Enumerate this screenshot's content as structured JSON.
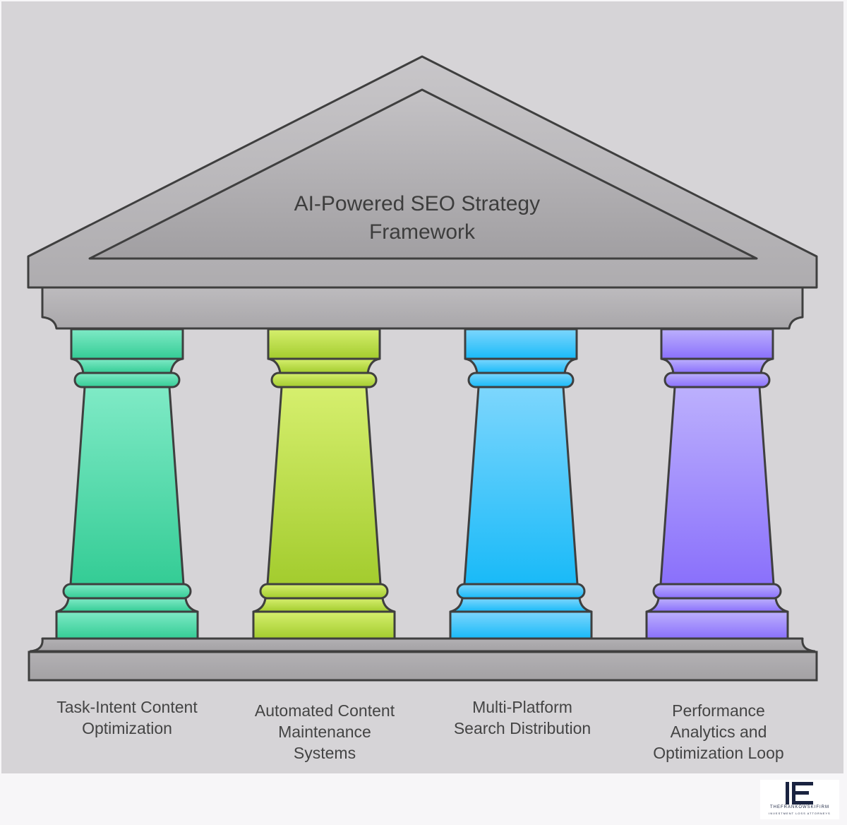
{
  "diagram": {
    "title_line1": "AI-Powered SEO Strategy",
    "title_line2": "Framework",
    "pillars": [
      {
        "label_lines": [
          "Task-Intent Content",
          "Optimization"
        ],
        "color_top": "#7feac6",
        "color_bottom": "#34cc95"
      },
      {
        "label_lines": [
          "Automated Content",
          "Maintenance",
          "Systems"
        ],
        "color_top": "#d6ef6e",
        "color_bottom": "#a3cc2e"
      },
      {
        "label_lines": [
          "Multi-Platform",
          "Search Distribution"
        ],
        "color_top": "#7dd6fd",
        "color_bottom": "#19baf8"
      },
      {
        "label_lines": [
          "Performance",
          "Analytics and",
          "Optimization Loop"
        ],
        "color_top": "#bcb0fd",
        "color_bottom": "#8a70fb"
      }
    ]
  },
  "logo": {
    "name": "THEFRANKOWSKIFIRM",
    "tagline": "INVESTMENT LOSS ATTORNEYS",
    "icon": "fe-monogram-icon"
  }
}
